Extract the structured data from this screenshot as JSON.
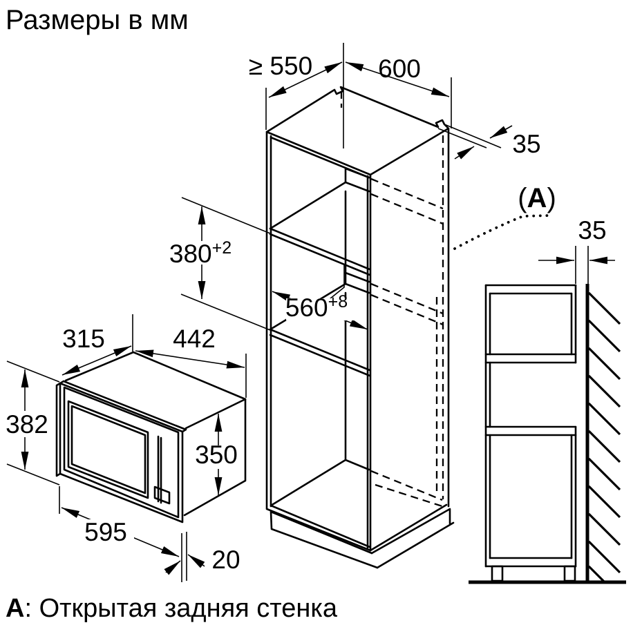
{
  "title": "Размеры в мм",
  "footnote": {
    "label": "А",
    "text": ": Открытая задняя стенка"
  },
  "colors": {
    "line": "#000000",
    "background": "#ffffff"
  },
  "dimensions": {
    "niche_depth_min": "≥ 550",
    "cabinet_width": "600",
    "wall_thickness": "35",
    "niche_height": "380",
    "niche_height_tol": "+2",
    "niche_width": "560",
    "niche_width_tol": "+8",
    "appliance_depth": "315",
    "body_width": "442",
    "front_height": "382",
    "body_height": "350",
    "front_width": "595",
    "frame_overhang": "20",
    "rear_gap": "35"
  },
  "annotation": {
    "open": "(",
    "letter": "А",
    "close": ")"
  }
}
